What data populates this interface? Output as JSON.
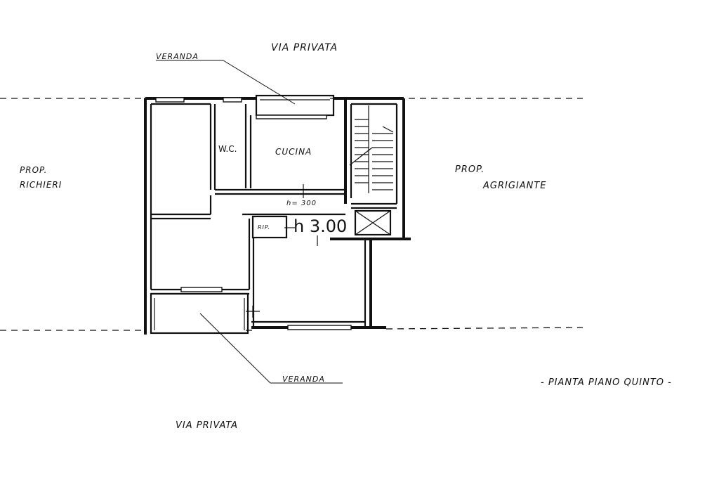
{
  "labels": {
    "street_top": "VIA   PRIVATA",
    "street_bottom": "VIA   PRIVATA",
    "veranda_top": "VERANDA",
    "veranda_bottom": "VERANDA",
    "prop_left_line1": "PROP.",
    "prop_left_line2": "RICHIERI",
    "prop_right_line1": "PROP.",
    "prop_right_line2": "AGRIGIANTE",
    "wc": "W.C.",
    "cucina": "CUCINA",
    "height_small": "h= 300",
    "height_large": "h 3.00",
    "rip": "RIP.",
    "caption": "- PIANTA  PIANO  QUINTO -"
  }
}
